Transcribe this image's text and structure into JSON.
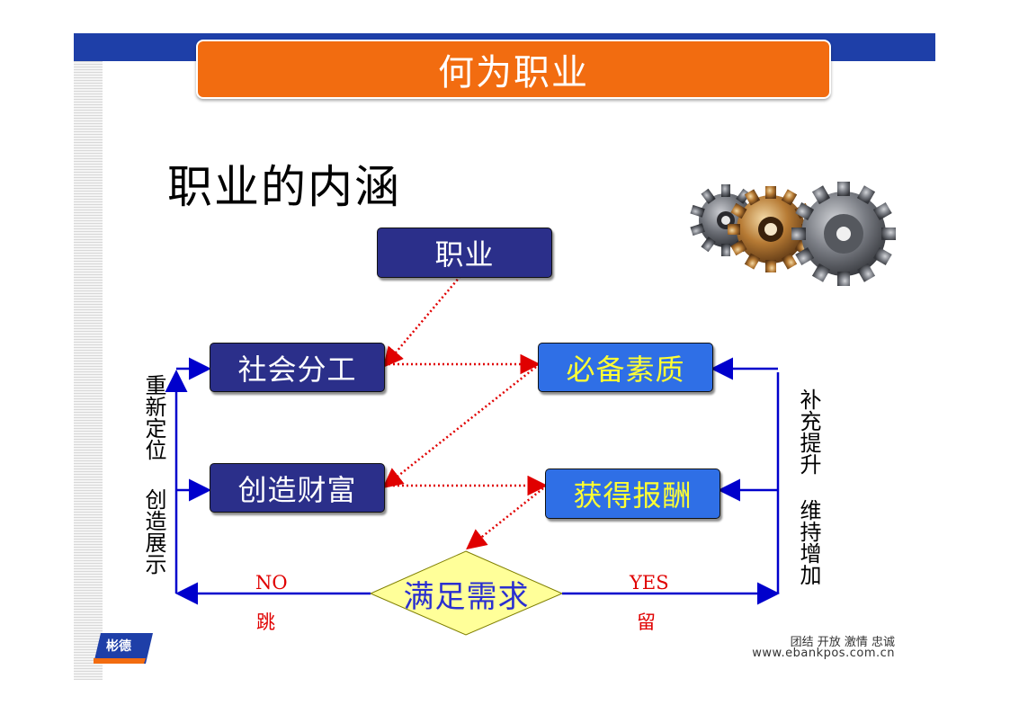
{
  "slide": {
    "title": "何为职业",
    "subtitle": "职业的内涵"
  },
  "diagram": {
    "nodes": {
      "career": "职业",
      "social_division": "社会分工",
      "create_wealth": "创造财富",
      "required_quality": "必备素质",
      "get_reward": "获得报酬",
      "meet_needs": "满足需求"
    },
    "left_side_label_1": "重新定位",
    "left_side_label_2": "创造展示",
    "right_side_label_1": "补充提升",
    "right_side_label_2": "维持增加",
    "no_label": "NO",
    "no_action": "跳",
    "yes_label": "YES",
    "yes_action": "留"
  },
  "footer": {
    "slogan": "团结 开放 激情 忠诚",
    "website": "www.ebankpos.com.cn",
    "logo_text": "彬德"
  },
  "colors": {
    "header_band": "#1e3fa8",
    "title_bar": "#f26c10",
    "dark_box": "#2b2f8a",
    "blue_box": "#2f6fe6",
    "diamond": "#ffff99",
    "arrow_blue": "#0000cc",
    "arrow_red": "#e00000"
  },
  "icons": [
    "gears-icon",
    "company-logo"
  ]
}
